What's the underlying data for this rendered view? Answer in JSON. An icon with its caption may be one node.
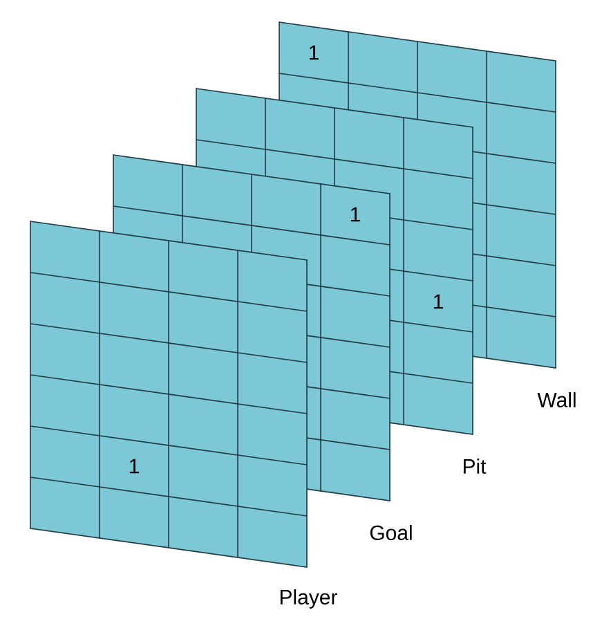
{
  "diagram": {
    "nodes": [
      {
        "text": [
          "1"
        ],
        "beside": [
          "Wall"
        ]
      },
      {
        "text": [
          "1"
        ],
        "beside": [
          "Pit"
        ]
      },
      {
        "text": [
          "1"
        ],
        "beside": [
          "Goal"
        ]
      },
      {
        "text": [
          "1"
        ],
        "beside": [
          "Player"
        ]
      }
    ]
  }
}
